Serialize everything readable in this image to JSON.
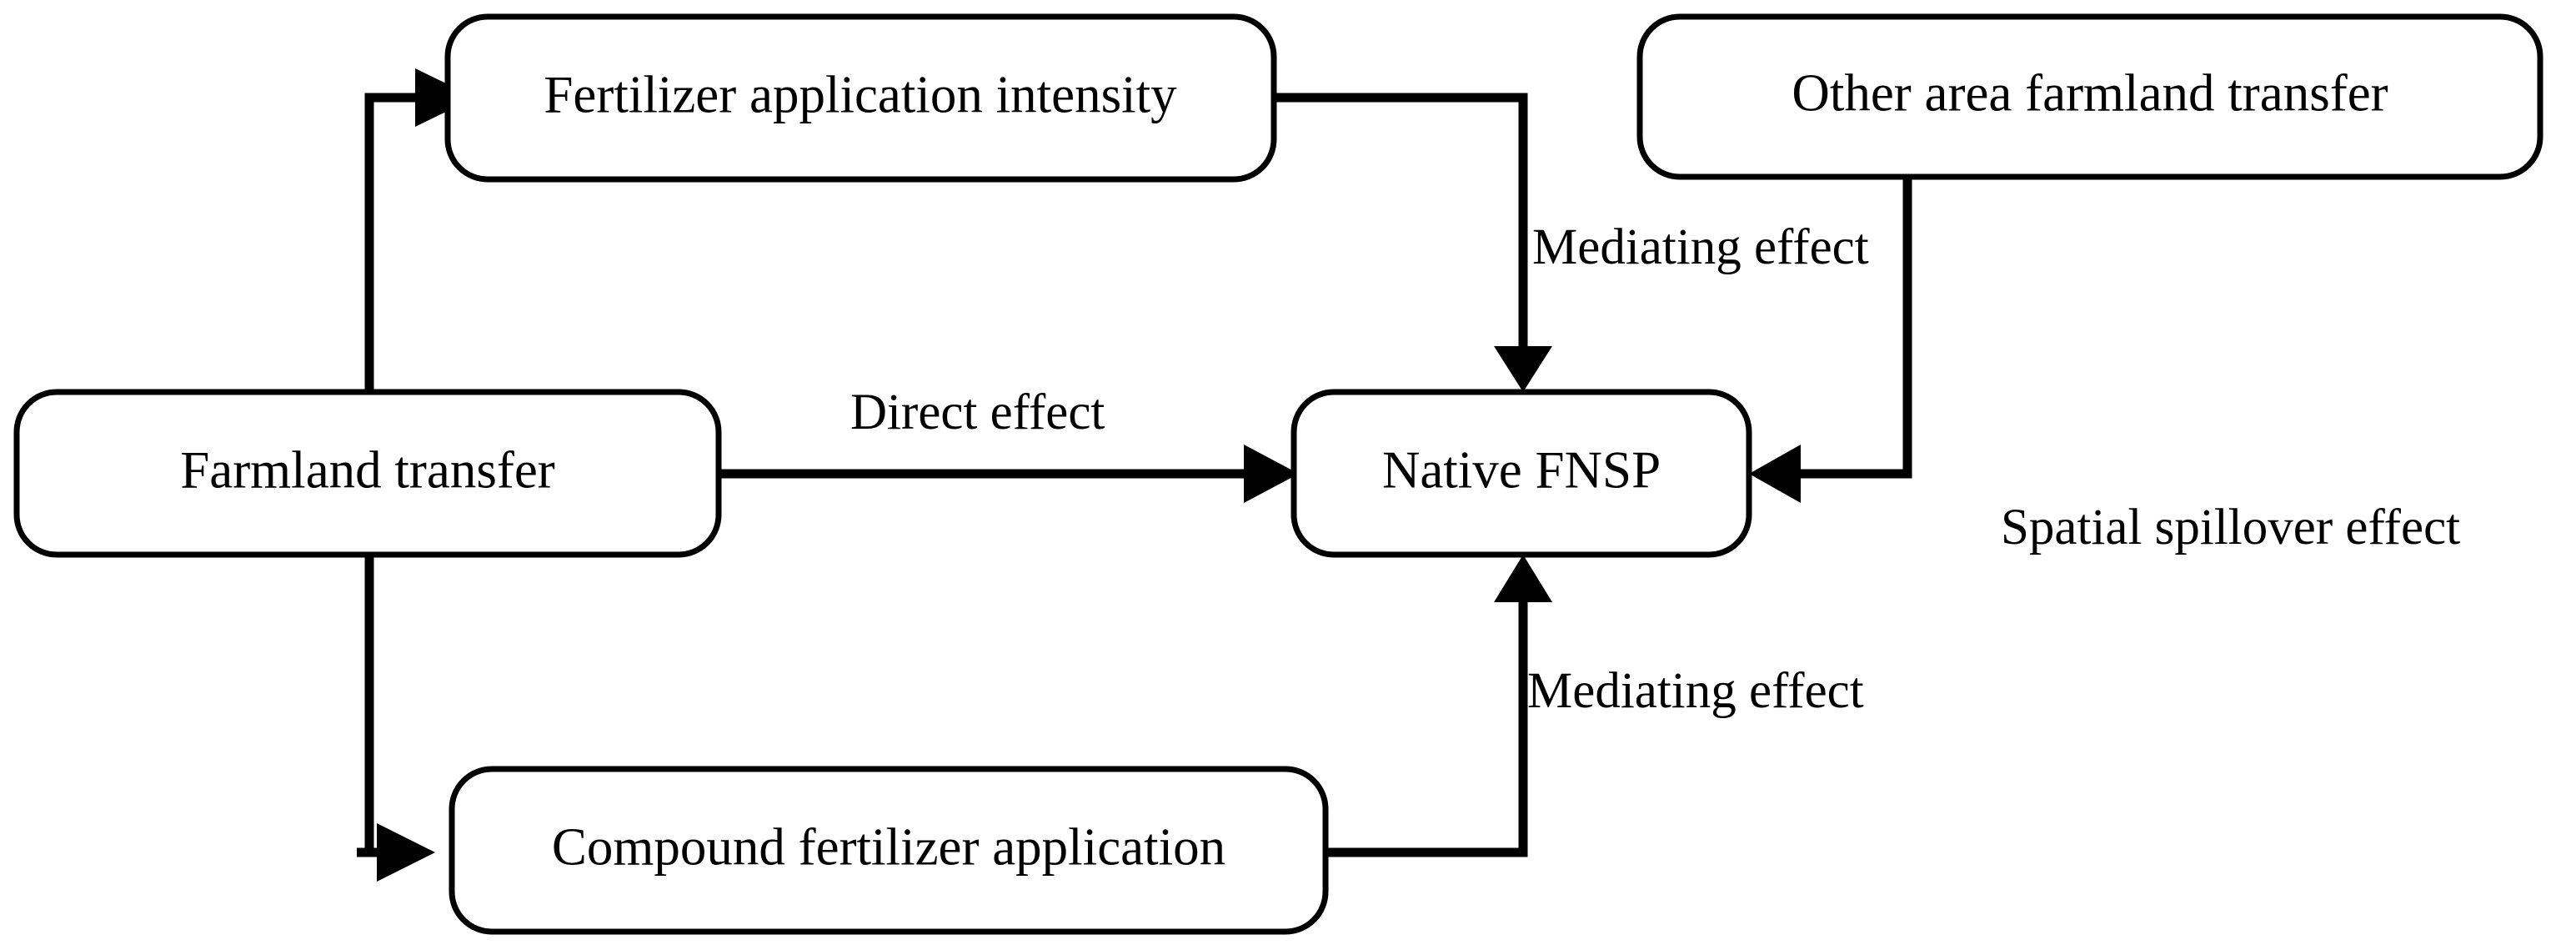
{
  "diagram": {
    "title": "Farmland transfer and Native FNSP mechanism diagram",
    "background_color": "#ffffff",
    "stroke_color": "#000000",
    "nodes": [
      {
        "id": "fertilizer_intensity",
        "label": "Fertilizer application intensity"
      },
      {
        "id": "other_area_transfer",
        "label": "Other area farmland transfer"
      },
      {
        "id": "farmland_transfer",
        "label": "Farmland transfer"
      },
      {
        "id": "native_fnsp",
        "label": "Native FNSP"
      },
      {
        "id": "compound_fertilizer",
        "label": "Compound fertilizer application"
      }
    ],
    "edge_labels": [
      {
        "id": "mediating_top",
        "label": "Mediating effect"
      },
      {
        "id": "direct",
        "label": "Direct effect"
      },
      {
        "id": "mediating_bottom",
        "label": "Mediating effect"
      },
      {
        "id": "spatial_spillover",
        "label": "Spatial spillover effect"
      }
    ],
    "edges": [
      {
        "id": "ft-to-fai",
        "from": "farmland_transfer",
        "to": "fertilizer_intensity",
        "label": ""
      },
      {
        "id": "fai-to-fnsp",
        "from": "fertilizer_intensity",
        "to": "native_fnsp",
        "label": "Mediating effect"
      },
      {
        "id": "ft-to-fnsp",
        "from": "farmland_transfer",
        "to": "native_fnsp",
        "label": "Direct effect"
      },
      {
        "id": "ft-to-cfa",
        "from": "farmland_transfer",
        "to": "compound_fertilizer",
        "label": ""
      },
      {
        "id": "cfa-to-fnsp",
        "from": "compound_fertilizer",
        "to": "native_fnsp",
        "label": "Mediating effect"
      },
      {
        "id": "oaft-to-fnsp",
        "from": "other_area_transfer",
        "to": "native_fnsp",
        "label": "Spatial spillover effect"
      }
    ]
  }
}
